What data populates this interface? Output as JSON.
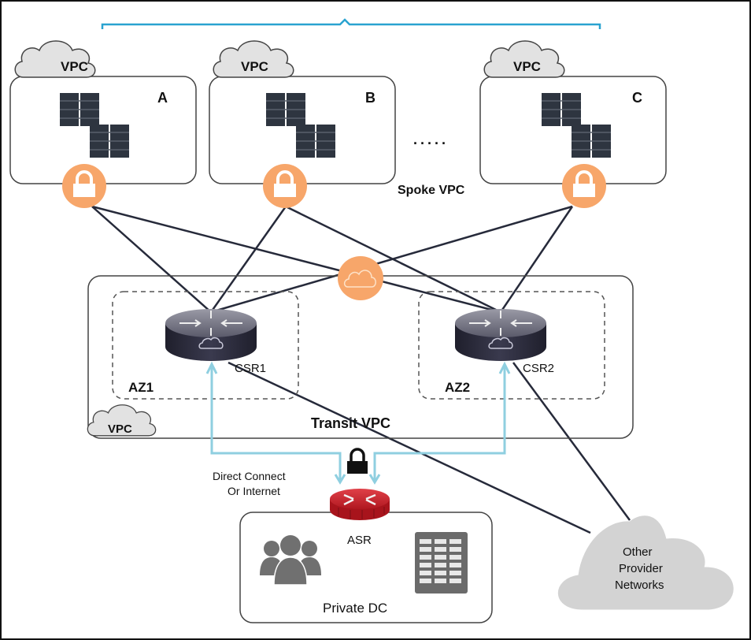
{
  "diagram": {
    "spoke_group_label": "Spoke VPC",
    "ellipsis": "·····",
    "spokes": [
      {
        "id": "A",
        "cloud_label": "VPC",
        "name": "A"
      },
      {
        "id": "B",
        "cloud_label": "VPC",
        "name": "B"
      },
      {
        "id": "C",
        "cloud_label": "VPC",
        "name": "C"
      }
    ],
    "transit": {
      "label": "Transit VPC",
      "cloud_label": "VPC",
      "zones": [
        {
          "name": "AZ1",
          "router": "CSR1"
        },
        {
          "name": "AZ2",
          "router": "CSR2"
        }
      ]
    },
    "connection_label_line1": "Direct Connect",
    "connection_label_line2": "Or Internet",
    "edge_router": "ASR",
    "datacenter_label": "Private DC",
    "external_cloud": {
      "line1": "Other",
      "line2": "Provider",
      "line3": "Networks"
    },
    "colors": {
      "vpn_orange": "#f7a66a",
      "link_cyan": "#8fcfe0",
      "bracket_blue": "#2aa3d0",
      "router_dark": "#2c2c3c",
      "asr_red": "#c8202a",
      "cloud_gray": "#d9d9d9"
    }
  }
}
